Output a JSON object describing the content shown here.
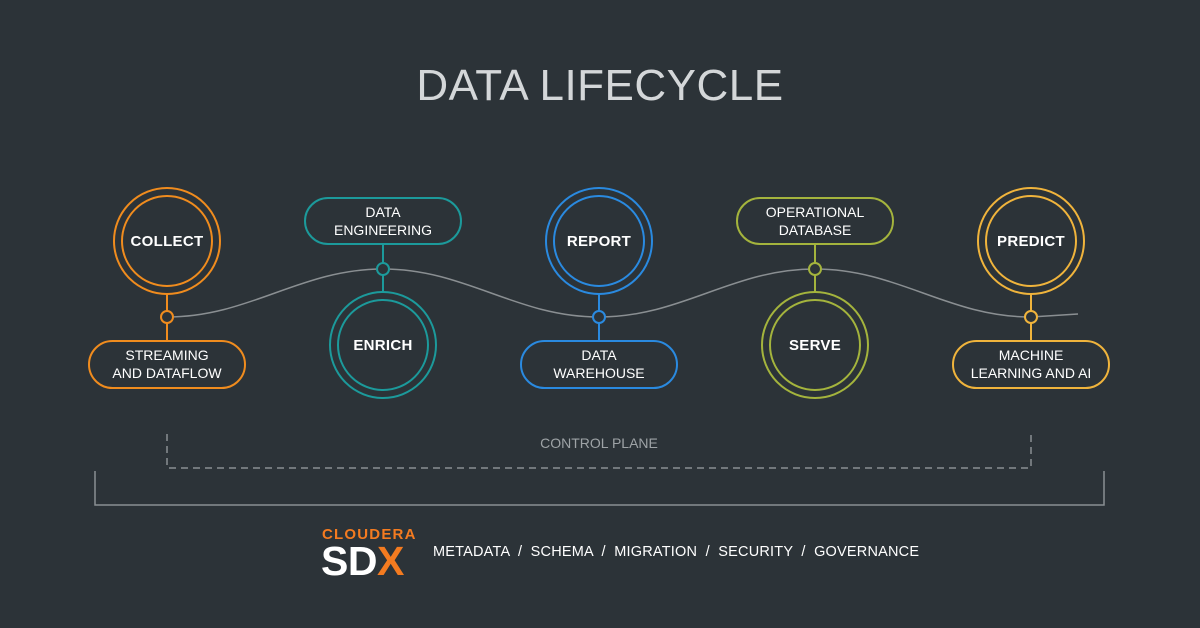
{
  "title": "DATA LIFECYCLE",
  "colors": {
    "background": "#2c3338",
    "collect": "#f08c1e",
    "enrich": "#1c9a9b",
    "report": "#2a8ae0",
    "serve": "#a4b43d",
    "predict": "#f0b43c",
    "curve": "#8a8f92",
    "brand": "#f47b20"
  },
  "stages": [
    {
      "id": "collect",
      "label": "COLLECT",
      "pill": [
        "STREAMING",
        "AND DATAFLOW"
      ],
      "color_key": "collect"
    },
    {
      "id": "enrich",
      "label": "ENRICH",
      "pill": [
        "DATA",
        "ENGINEERING"
      ],
      "color_key": "enrich"
    },
    {
      "id": "report",
      "label": "REPORT",
      "pill": [
        "DATA",
        "WAREHOUSE"
      ],
      "color_key": "report"
    },
    {
      "id": "serve",
      "label": "SERVE",
      "pill": [
        "OPERATIONAL",
        "DATABASE"
      ],
      "color_key": "serve"
    },
    {
      "id": "predict",
      "label": "PREDICT",
      "pill": [
        "MACHINE",
        "LEARNING AND AI"
      ],
      "color_key": "predict"
    }
  ],
  "control_plane": "CONTROL PLANE",
  "brand": {
    "name": "CLOUDERA",
    "product_prefix": "SD",
    "product_accent": "X"
  },
  "services": "METADATA  /  SCHEMA  /  MIGRATION  /  SECURITY  /  GOVERNANCE"
}
